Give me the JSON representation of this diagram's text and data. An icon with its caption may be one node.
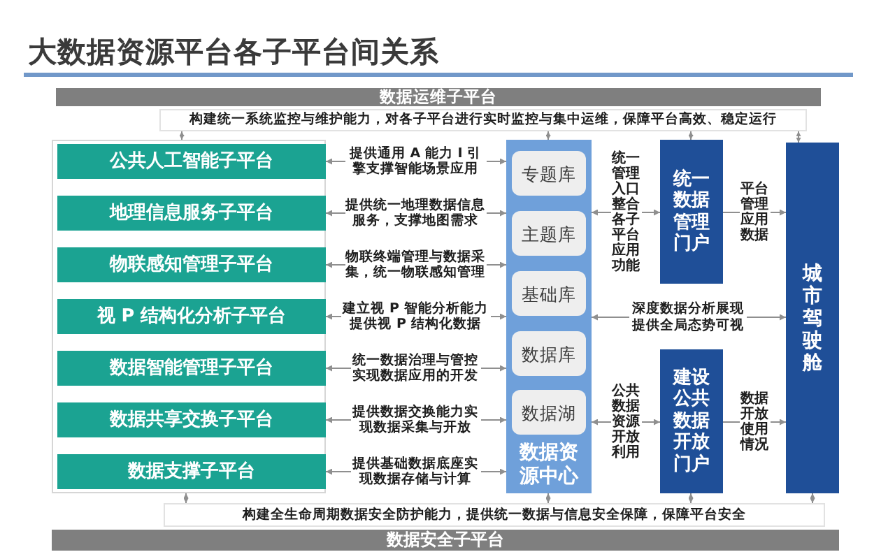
{
  "diagram": {
    "title": "大数据资源平台各子平台间关系",
    "nodes": [
      {
        "text": [
          "数据运维子平台"
        ]
      },
      {
        "text": [
          "构建统一系统监控与维护能力，对各子平台进行实时监控与集中运维，保障平台高效、稳定运行"
        ]
      },
      {
        "text": [],
        "shape": "box"
      },
      {
        "text": [
          "公共人工智能子平台"
        ],
        "in": 2
      },
      {
        "text": [
          "地理信息服务子平台"
        ],
        "in": 2
      },
      {
        "text": [
          "物联感知管理子平台"
        ],
        "in": 2
      },
      {
        "text": [
          "视 P 结构化分析子平台"
        ],
        "in": 2
      },
      {
        "text": [
          "数据智能管理子平台"
        ],
        "in": 2
      },
      {
        "text": [
          "数据共享交换子平台"
        ],
        "in": 2
      },
      {
        "text": [
          "数据支撑子平台"
        ],
        "in": 2
      },
      {
        "text": [
          "数据资源中心"
        ]
      },
      {
        "text": [
          "专题库"
        ],
        "in": 10
      },
      {
        "text": [
          "主题库"
        ],
        "in": 10
      },
      {
        "text": [
          "基础库"
        ],
        "in": 10
      },
      {
        "text": [
          "数据库"
        ],
        "in": 10
      },
      {
        "text": [
          "数据湖"
        ],
        "in": 10
      },
      {
        "text": [
          "统一数据管理门户"
        ]
      },
      {
        "text": [
          "建设公共数据开放门户"
        ]
      },
      {
        "text": [
          "城市驾驶舱"
        ]
      },
      {
        "text": [
          "构建全生命周期数据安全防护能力，提供统一数据与信息安全保障，保障平台安全"
        ]
      },
      {
        "text": [
          "数据安全子平台"
        ]
      }
    ],
    "edges": [
      {
        "from": 3,
        "to": 10,
        "arrow": "both",
        "label": "提供通用 A 能力 I 引擎支撑智能场景应用"
      },
      {
        "from": 4,
        "to": 10,
        "arrow": "both",
        "label": "提供统一地理数据信息服务，支撑地图需求"
      },
      {
        "from": 5,
        "to": 10,
        "arrow": "both",
        "label": "物联终端管理与数据采集，统一物联感知管理"
      },
      {
        "from": 6,
        "to": 10,
        "arrow": "both",
        "label": "建立视 P 智能分析能力提供视 P 结构化数据"
      },
      {
        "from": 7,
        "to": 10,
        "arrow": "both",
        "label": "统一数据治理与管控实现数据应用的开发"
      },
      {
        "from": 8,
        "to": 10,
        "arrow": "both",
        "label": "提供数据交换能力实现数据采集与开放"
      },
      {
        "from": 9,
        "to": 10,
        "arrow": "both",
        "label": "提供基础数据底座实现数据存储与计算"
      },
      {
        "from": 10,
        "to": 16,
        "arrow": "both",
        "label": "统一管理入口整合各子平台应用功能"
      },
      {
        "from": 16,
        "to": 18,
        "arrow": "to",
        "label": "平台管理应用数据"
      },
      {
        "from": 10,
        "to": 18,
        "arrow": "both",
        "label": "深度数据分析展现提供全局态势可视"
      },
      {
        "from": 10,
        "to": 17,
        "arrow": "both",
        "label": "公共数据资源开放利用"
      },
      {
        "from": 17,
        "to": 18,
        "arrow": "to",
        "label": "数据开放使用情况"
      },
      {
        "from": 1,
        "to": 2,
        "arrow": "both"
      },
      {
        "from": 1,
        "to": 10,
        "arrow": "both"
      },
      {
        "from": 1,
        "to": 16,
        "arrow": "both"
      },
      {
        "from": 1,
        "to": 18,
        "arrow": "both"
      },
      {
        "from": 2,
        "to": 19,
        "arrow": "both"
      },
      {
        "from": 10,
        "to": 19,
        "arrow": "both"
      },
      {
        "from": 17,
        "to": 19,
        "arrow": "both"
      },
      {
        "from": 18,
        "to": 19,
        "arrow": "both"
      }
    ]
  }
}
